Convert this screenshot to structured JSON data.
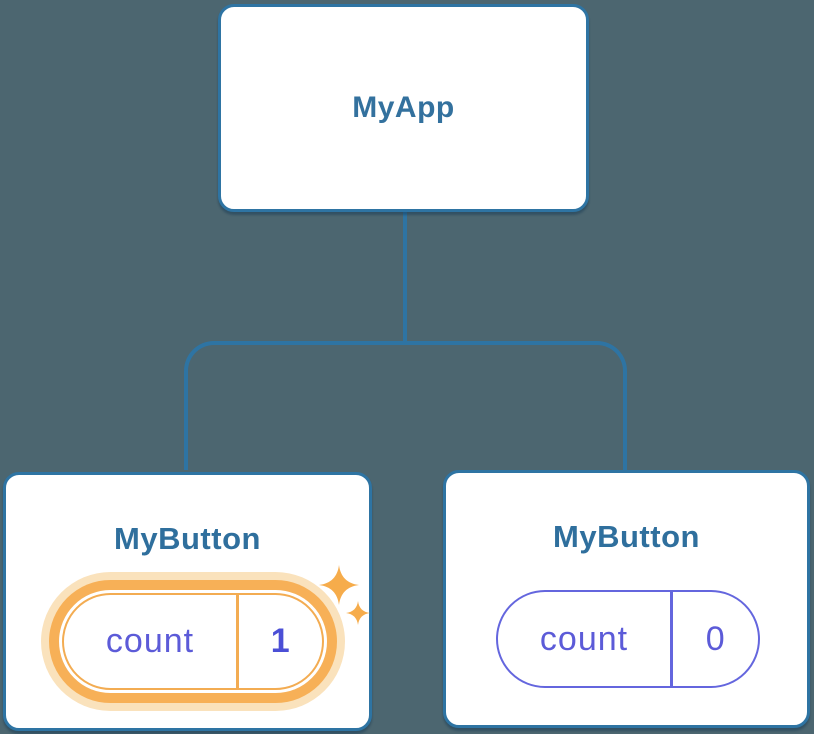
{
  "diagram": {
    "description": "React component tree showing isolated state",
    "app_node": {
      "label": "MyApp"
    },
    "button_nodes": [
      {
        "label": "MyButton",
        "highlighted": true,
        "pill": {
          "field": "count",
          "value": "1"
        }
      },
      {
        "label": "MyButton",
        "highlighted": false,
        "pill": {
          "field": "count",
          "value": "0"
        }
      }
    ],
    "icons": {
      "sparkle_large": "sparkle-icon",
      "sparkle_small": "sparkle-icon"
    },
    "colors": {
      "background": "#4C6670",
      "card_background": "#FFFFFF",
      "tree_stroke": "#2E74A3",
      "heading_text": "#2F6F9D",
      "pill_text_indigo": "#5C5BD8",
      "pill_value_indigo": "#4B4FD6",
      "pill_border_indigo": "#6466DE",
      "highlight_orange": "#F7B057",
      "highlight_glow": "#FAE2BC",
      "sparkle_orange": "#F6AC4B"
    }
  }
}
